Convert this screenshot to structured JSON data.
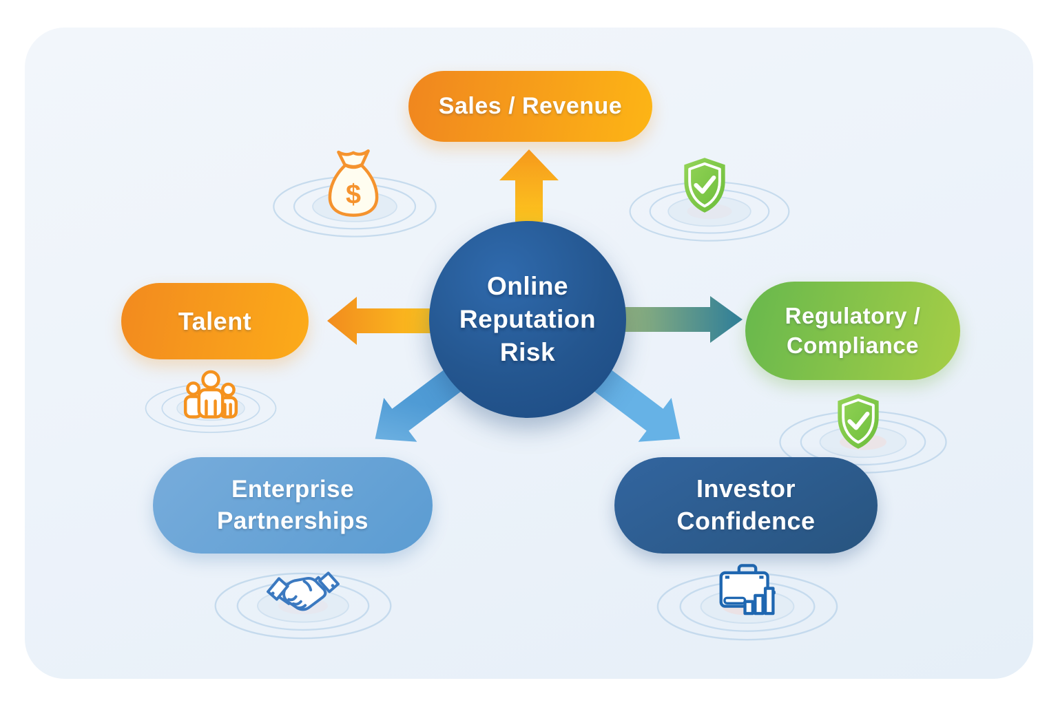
{
  "diagram": {
    "center": {
      "label": "Online Reputation Risk"
    },
    "nodes": {
      "sales": {
        "label": "Sales / Revenue"
      },
      "talent": {
        "label": "Talent"
      },
      "regulatory": {
        "label": "Regulatory / Compliance"
      },
      "enterprise": {
        "label": "Enterprise Partnerships"
      },
      "investor": {
        "label": "Investor Confidence"
      }
    },
    "icons": {
      "sales": "money-bag-icon",
      "talent": "team-icon",
      "regulatory_upper": "shield-check-icon",
      "regulatory_lower": "shield-check-icon",
      "enterprise": "handshake-icon",
      "investor": "briefcase-chart-icon"
    },
    "colors": {
      "center_circle": "#24568f",
      "orange_pill_from": "#f0861f",
      "orange_pill_to": "#fdb515",
      "green_pill_from": "#67b84d",
      "green_pill_to": "#a6ce46",
      "light_blue_pill": "#6aa5d7",
      "dark_blue_pill": "#2d5c92",
      "arrow_yellow": "#fdc41e",
      "arrow_orange": "#f28c1e",
      "arrow_teal_from": "#96b47b",
      "arrow_teal_to": "#2e7e99",
      "arrow_sky_blue": "#4f9bd5",
      "arrow_deep_blue": "#1e6cb6",
      "icon_orange": "#f5932e",
      "icon_green": "#7cc643",
      "icon_blue": "#2d6fb8",
      "card_background": "#edf3fa"
    }
  }
}
